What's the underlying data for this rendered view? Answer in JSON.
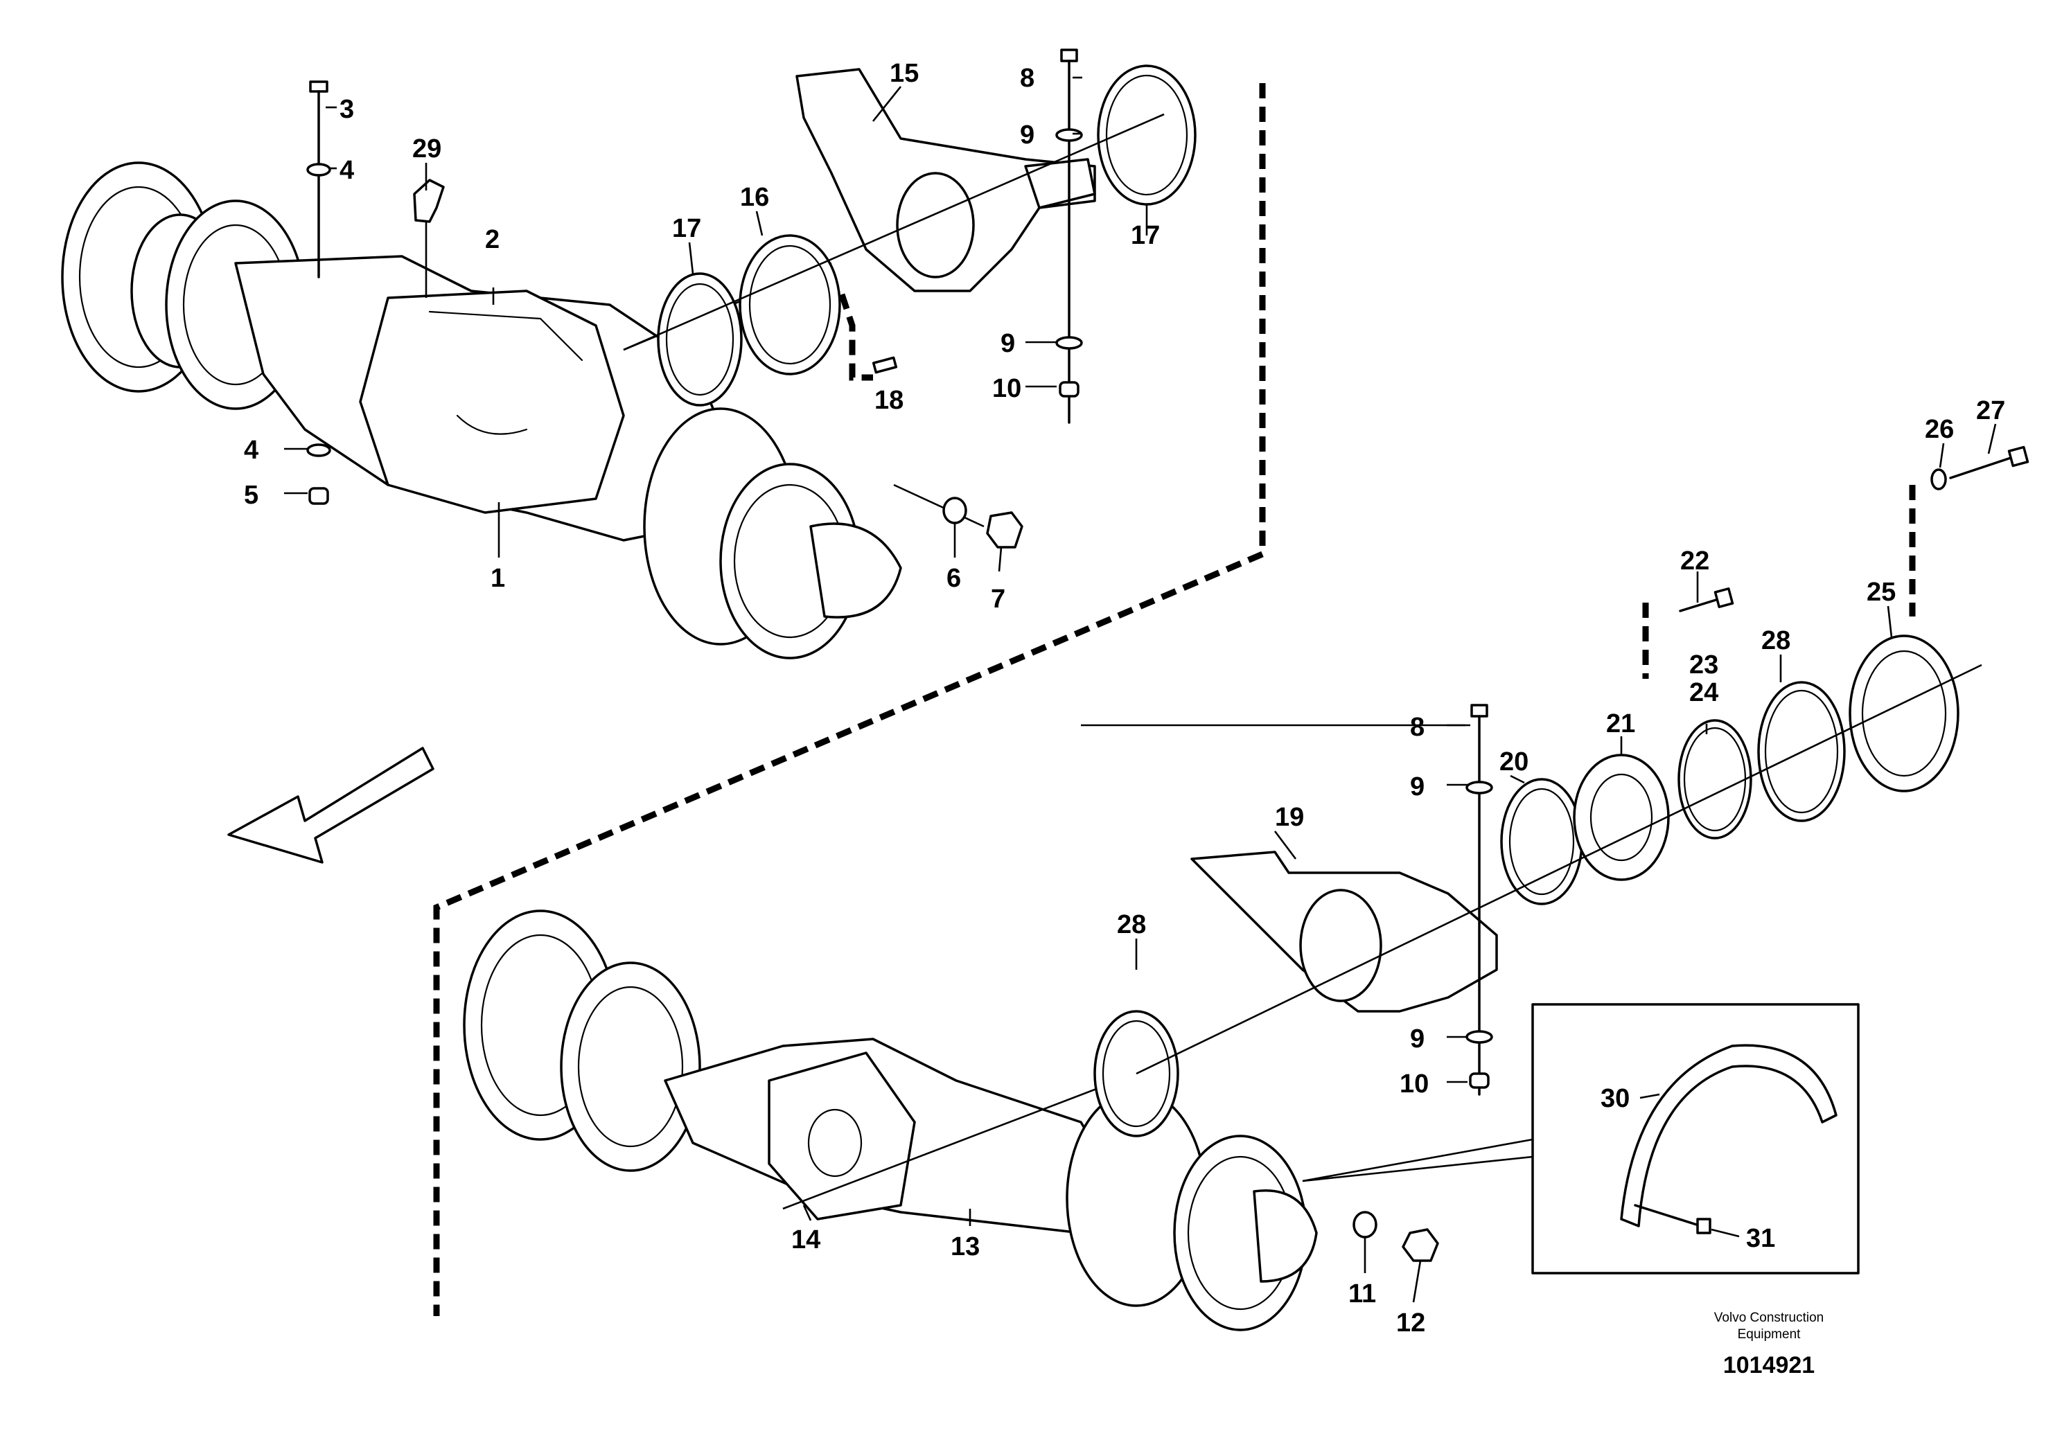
{
  "callouts": [
    "1",
    "2",
    "3",
    "4",
    "4",
    "5",
    "6",
    "7",
    "8",
    "9",
    "9",
    "10",
    "15",
    "16",
    "17",
    "17",
    "18",
    "29",
    "8",
    "9",
    "9",
    "10",
    "11",
    "12",
    "13",
    "14",
    "19",
    "20",
    "21",
    "22",
    "23",
    "24",
    "25",
    "26",
    "27",
    "28",
    "28",
    "30",
    "31"
  ],
  "credit": {
    "line1": "Volvo Construction",
    "line2": "Equipment"
  },
  "document_number": "1014921"
}
